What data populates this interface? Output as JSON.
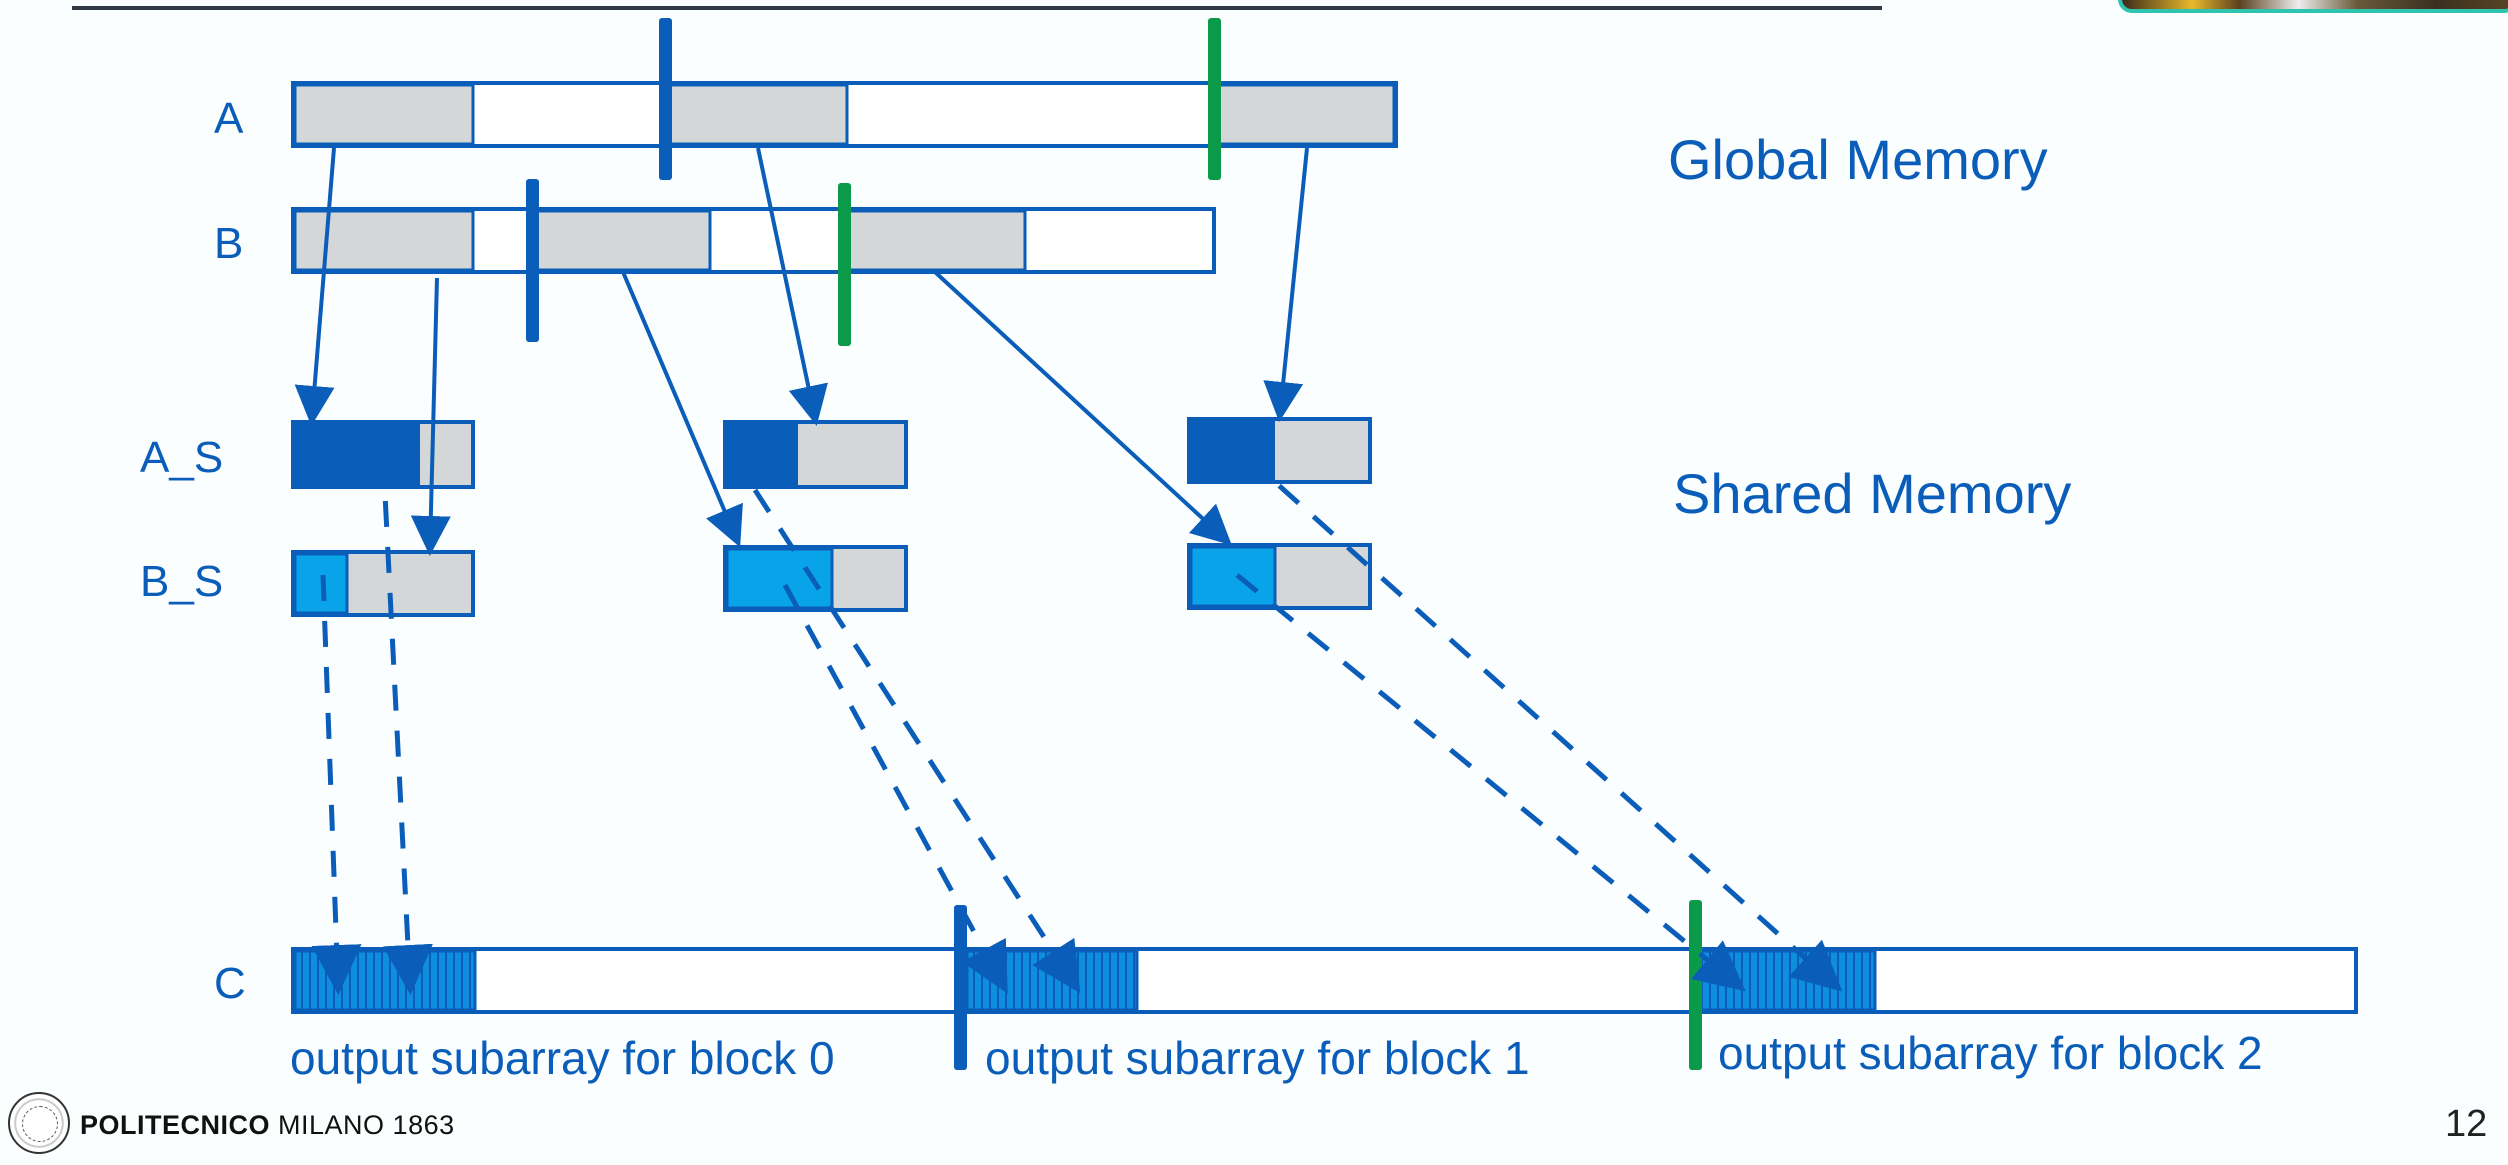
{
  "slide": {
    "page_number": "12",
    "footer": {
      "institution_bold": "POLITECNICO",
      "institution_rest": "MILANO 1863"
    }
  },
  "diagram": {
    "sections": {
      "global": "Global Memory",
      "shared": "Shared Memory"
    },
    "row_labels": {
      "A": "A",
      "B": "B",
      "A_S": "A_S",
      "B_S": "B_S",
      "C": "C"
    },
    "c_captions": [
      "output subarray for block 0",
      "output subarray for block 1",
      "output subarray for block 2"
    ],
    "blocks": [
      "block 0",
      "block 1",
      "block 2"
    ],
    "colors": {
      "outline": "#0a5db8",
      "grey_fill": "#d4d7d7",
      "a_shared_fill": "#0a5db8",
      "b_shared_fill": "#08a3e8",
      "c_fill": "#0f8ee0",
      "block_divider_blue": "#0a5db8",
      "block_divider_green": "#0a9a4a"
    }
  }
}
